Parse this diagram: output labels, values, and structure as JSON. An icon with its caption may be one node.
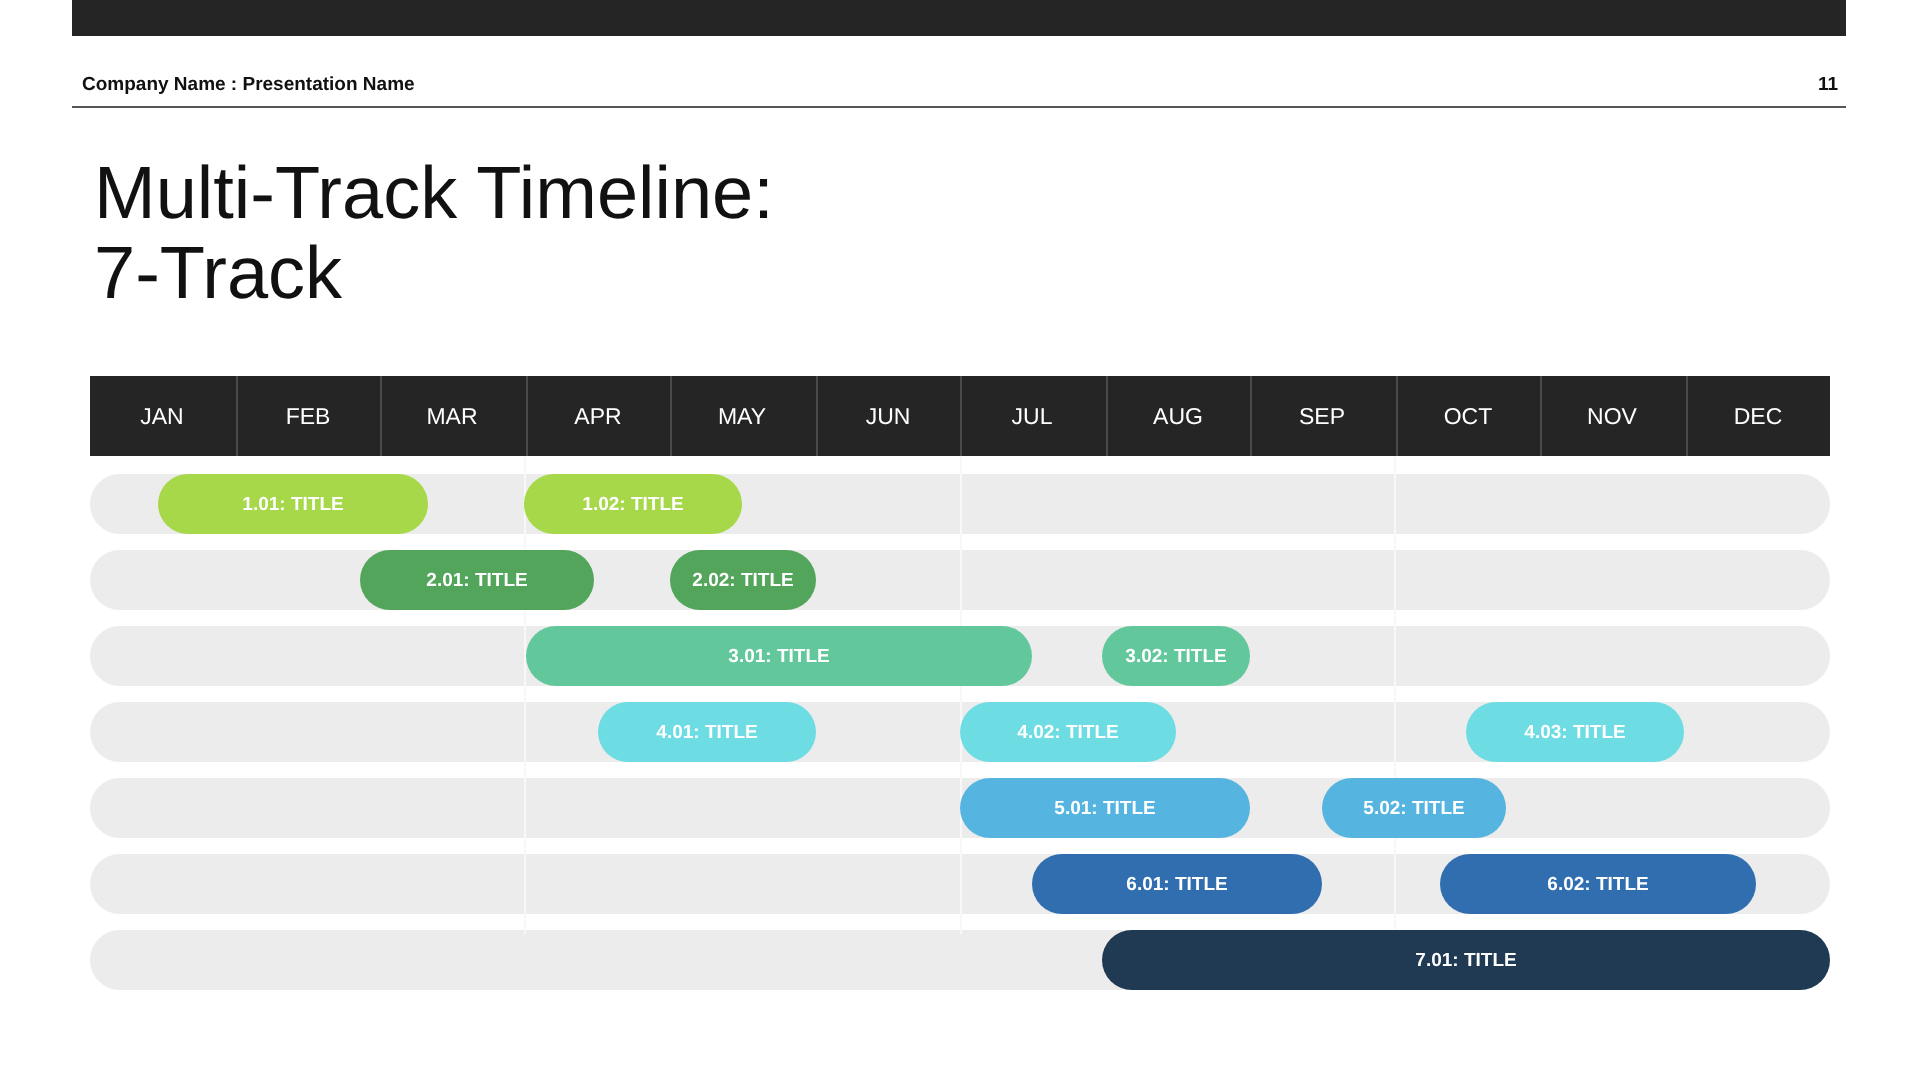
{
  "diagram": {
    "title": "Multi-Track Timeline: 7-Track",
    "nodes": [
      {
        "text": [],
        "shape": "box"
      },
      {
        "text": [],
        "shape": "bar"
      },
      {
        "text": [
          "1.01: TITLE"
        ],
        "in": 1
      },
      {
        "text": [
          "1.02: TITLE"
        ],
        "in": 1
      },
      {
        "text": [],
        "shape": "bar"
      },
      {
        "text": [
          "2.01: TITLE"
        ],
        "in": 4
      },
      {
        "text": [
          "2.02: TITLE"
        ],
        "in": 4
      },
      {
        "text": [],
        "shape": "bar"
      },
      {
        "text": [
          "3.01: TITLE"
        ],
        "in": 7
      },
      {
        "text": [
          "3.02: TITLE"
        ],
        "in": 7
      },
      {
        "text": [],
        "shape": "bar"
      },
      {
        "text": [
          "4.01: TITLE"
        ],
        "in": 10
      },
      {
        "text": [
          "4.02: TITLE"
        ],
        "in": 10
      },
      {
        "text": [
          "4.03: TITLE"
        ],
        "in": 10
      },
      {
        "text": [],
        "shape": "bar"
      },
      {
        "text": [
          "5.01: TITLE"
        ],
        "in": 14
      },
      {
        "text": [
          "5.02: TITLE"
        ],
        "in": 14
      },
      {
        "text": [],
        "shape": "bar"
      },
      {
        "text": [
          "6.01: TITLE"
        ],
        "in": 17
      },
      {
        "text": [
          "6.02: TITLE"
        ],
        "in": 17
      },
      {
        "text": [],
        "shape": "bar"
      },
      {
        "text": [
          "7.01: TITLE"
        ],
        "in": 20
      }
    ],
    "labels": [
      "Company Name : Presentation Name",
      "11",
      "JAN",
      "FEB",
      "MAR",
      "APR",
      "MAY",
      "JUN",
      "JUL",
      "AUG",
      "SEP",
      "OCT",
      "NOV",
      "DEC"
    ]
  }
}
